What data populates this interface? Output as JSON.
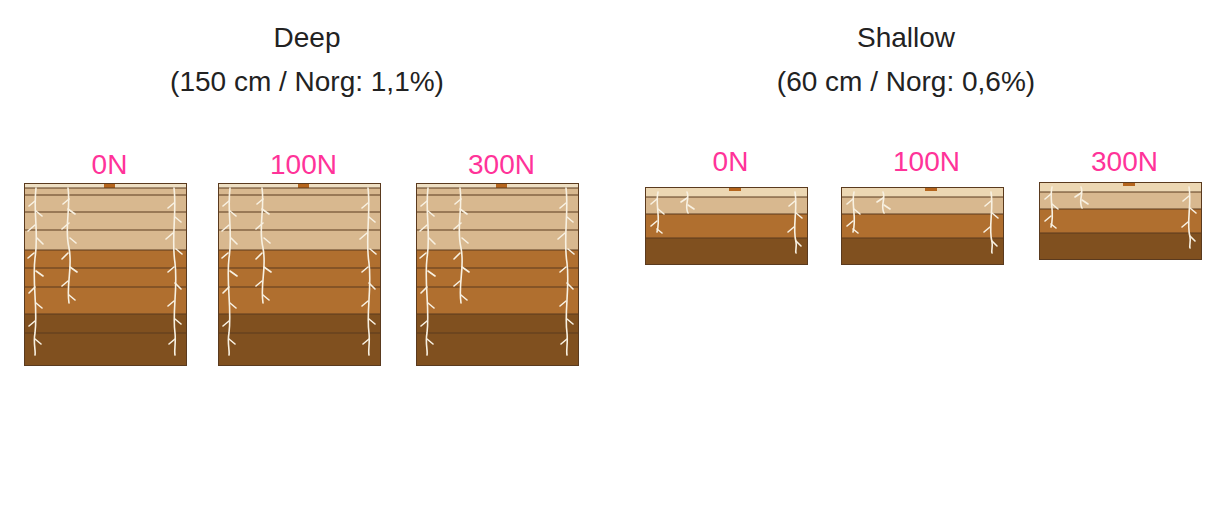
{
  "diagram": {
    "nodes": [
      {
        "text": [
          "0N"
        ]
      },
      {
        "text": [
          "100N"
        ]
      },
      {
        "text": [
          "300N"
        ]
      },
      {
        "text": [
          "0N"
        ]
      },
      {
        "text": [
          "100N"
        ]
      },
      {
        "text": [
          "300N"
        ]
      }
    ],
    "labels": [
      "Deep",
      "(150 cm / Norg: 1,1%)",
      "Shallow",
      "(60 cm / Norg: 0,6%)"
    ]
  }
}
